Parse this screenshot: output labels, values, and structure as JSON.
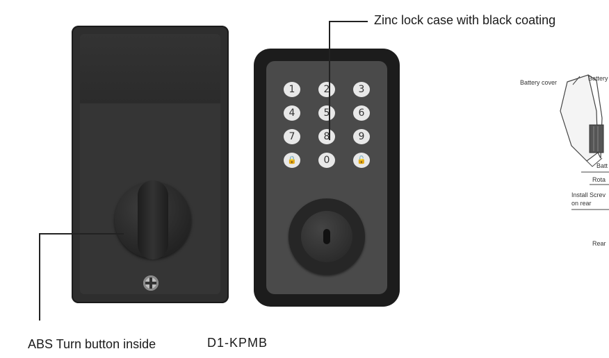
{
  "callouts": {
    "top": "Zinc lock case with black coating",
    "bottom_left": "ABS Turn button inside",
    "model": "D1-KPMB"
  },
  "keypad": {
    "keys": [
      "1",
      "2",
      "3",
      "4",
      "5",
      "6",
      "7",
      "8",
      "9",
      "🔒",
      "0",
      "🔓"
    ]
  },
  "sketch": {
    "battery_cover": "Battery cover",
    "battery": "Battery",
    "batt": "Batt",
    "rota": "Rota",
    "install_screw_1": "Install Screv",
    "install_screw_2": "on rear",
    "rear": "Rear"
  },
  "colors": {
    "lock_body": "#2e2e2e",
    "keypad_face": "#4a4a4a",
    "key": "#e8e8e8"
  }
}
